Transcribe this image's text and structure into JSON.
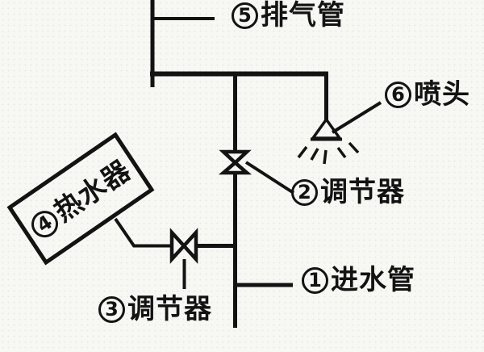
{
  "colors": {
    "background": "#f7f7f4",
    "ink": "#131313"
  },
  "labels": {
    "inlet_pipe": {
      "num": "1",
      "text": "进水管"
    },
    "regulator_upper": {
      "num": "2",
      "text": "调节器"
    },
    "regulator_lower": {
      "num": "3",
      "text": "调节器"
    },
    "water_heater": {
      "num": "4",
      "text": "热水器"
    },
    "exhaust_pipe": {
      "num": "5",
      "text": "排气管"
    },
    "spray_head": {
      "num": "6",
      "text": "喷头"
    }
  }
}
